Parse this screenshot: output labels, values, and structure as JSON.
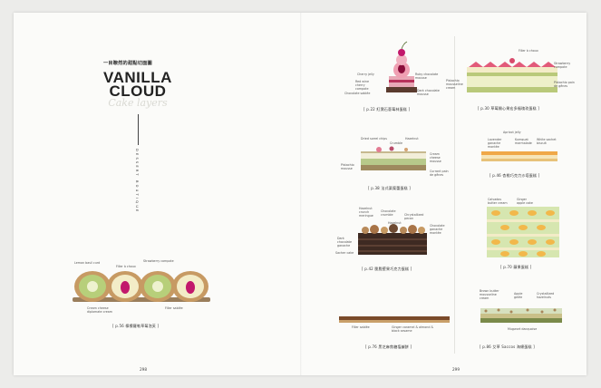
{
  "left_page": {
    "chinese_title": "一目瞭然的甜點切面圖",
    "title_line1": "VANILLA",
    "title_line2": "CLOUD",
    "subtitle_script": "Cake layers",
    "vertical_text": "DESSERT BOUTIQUE",
    "page_number": "298",
    "diagram": {
      "labels": {
        "lemon_basil_curd": "Lemon basil curd",
        "filler": "Filler à choux",
        "strawberry_compote": "Strawberry compote",
        "cream_cheese": "Cream cheese diplomate cream",
        "filler_sablée": "Filler sablée"
      },
      "caption": "[ p.56 檸檬羅勒草莓泡芙 ]"
    }
  },
  "right_page": {
    "page_number": "299",
    "diagrams": [
      {
        "caption": "[ p.22 紅寶石蔥莓林蛋糕 ]",
        "labels": {
          "a": "Cherry jelly",
          "b": "Red wine cherry compote",
          "c": "Chocolate sablée",
          "d": "Ruby chocolate mousse",
          "e": "Dark chocolate mousse"
        }
      },
      {
        "caption": "[ p.38 法式栗糜蕾蛋糕 ]",
        "labels": {
          "a": "Dried sorrel chips",
          "b": "Crumble",
          "c": "Hazelnut",
          "d": "Cream cheese mousse",
          "e": "Pistachio mousse",
          "f": "Currant pain de gênes"
        }
      },
      {
        "caption": "[ p.42 脆脆堅果巧克力蛋糕 ]",
        "labels": {
          "a": "Hazelnut crunch meringue",
          "b": "Chocolate crumble",
          "c": "Chrystallized pecan",
          "d": "Hazelnut",
          "e": "Chocolate ganache montée",
          "f": "Dark chocolate ganache",
          "g": "Sacher cake"
        }
      },
      {
        "caption": "[ p.76 黑芝麻焦糖塩鹹餅 ]",
        "labels": {
          "a": "Filler sablée",
          "b": "Ginger caramel & almond & black sesame"
        }
      },
      {
        "caption": "[ p.30 草莓開心果宏多福瑰玫蛋糕 ]",
        "labels": {
          "a": "Filler à choux",
          "b": "Strawberry compote",
          "c": "Pistachio mousseline cream",
          "d": "Pistachio pain de gênes"
        }
      },
      {
        "caption": "[ p.46 杏桃巧克力沙塔蛋糕 ]",
        "labels": {
          "a": "Apricot jelly",
          "b": "Lavender ganache montée",
          "c": "Kumquat marmalade",
          "d": "White sachet biscuit"
        }
      },
      {
        "caption": "[ p.70 蘋果蛋糕 ]",
        "labels": {
          "a": "Calvados butter cream",
          "b": "Ginger apple cake"
        }
      },
      {
        "caption": "[ p.86 艾草 Saccos 海綿蛋糕 ]",
        "labels": {
          "a": "Brown butter mousseline cream",
          "b": "Apple gelée",
          "c": "Mugwort dacquoise",
          "d": "Crystallized hazelnuts"
        }
      }
    ]
  }
}
